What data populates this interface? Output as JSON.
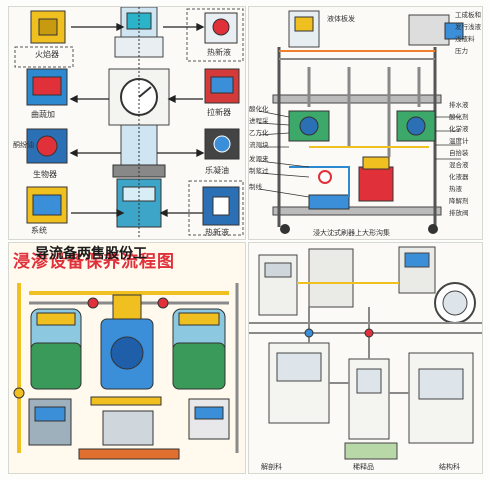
{
  "panel1": {
    "labels": [
      "火焰器",
      "曲蔬加",
      "生物器",
      "系统",
      "热新液",
      "拉新器",
      "乐凝油",
      "热新液",
      "酮纷油"
    ]
  },
  "panel2": {
    "top_note": "液体板发",
    "right_labels": [
      "工成板和",
      "发行浅液",
      "浅液料",
      "压力"
    ],
    "left_labels": [
      "酸化化",
      "进程采",
      "乙方化",
      "流测块",
      "发源来",
      "制浆过",
      "制线"
    ],
    "right_list": [
      "排水液",
      "酸化剂",
      "化学液",
      "温度计",
      "自拾装",
      "混合液",
      "化液器",
      "热液",
      "降解剂",
      "排放阀"
    ],
    "bottom_caption": "浸大沈式刷器上大形沟集"
  },
  "panel3": {
    "red_title": "浸渗设备保养流程图",
    "black_title": "导流备两售股份工"
  },
  "panel4": {
    "bottom_labels": [
      "解剖科",
      "稀释品",
      "结构科"
    ]
  },
  "colors": {
    "red_title": "#e0303a",
    "pipe_yellow": "#f0c020",
    "pipe_gray": "#8a8a8a",
    "accent_blue": "#3a8fd8"
  }
}
